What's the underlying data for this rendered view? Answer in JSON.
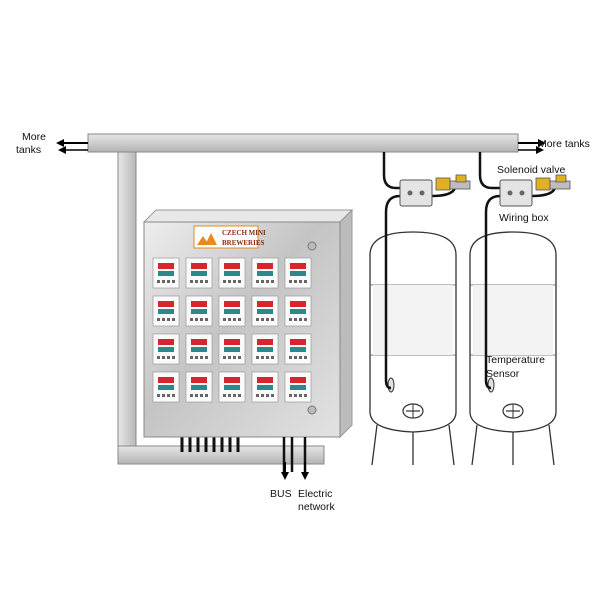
{
  "labels": {
    "more_tanks_left_line1": "More",
    "more_tanks_left_line2": "tanks",
    "more_tanks_right": "More tanks",
    "solenoid_valve": "Solenoid valve",
    "wiring_box": "Wiring box",
    "temperature": "Temperature",
    "sensor": "Sensor",
    "bus": "BUS",
    "electric_line1": "Electric",
    "electric_line2": "network"
  },
  "logo": {
    "line1": "CZECH MINI",
    "line2": "BREWERIES"
  },
  "controllers": {
    "rows": 4,
    "cols": 5
  },
  "colors": {
    "pipe": "#c8c8c8",
    "panel": "#d6d6d6",
    "display_red": "#d8242c",
    "display_teal": "#2a8a8a",
    "valve_yellow": "#e0b020",
    "logo_orange": "#e88a1c"
  }
}
